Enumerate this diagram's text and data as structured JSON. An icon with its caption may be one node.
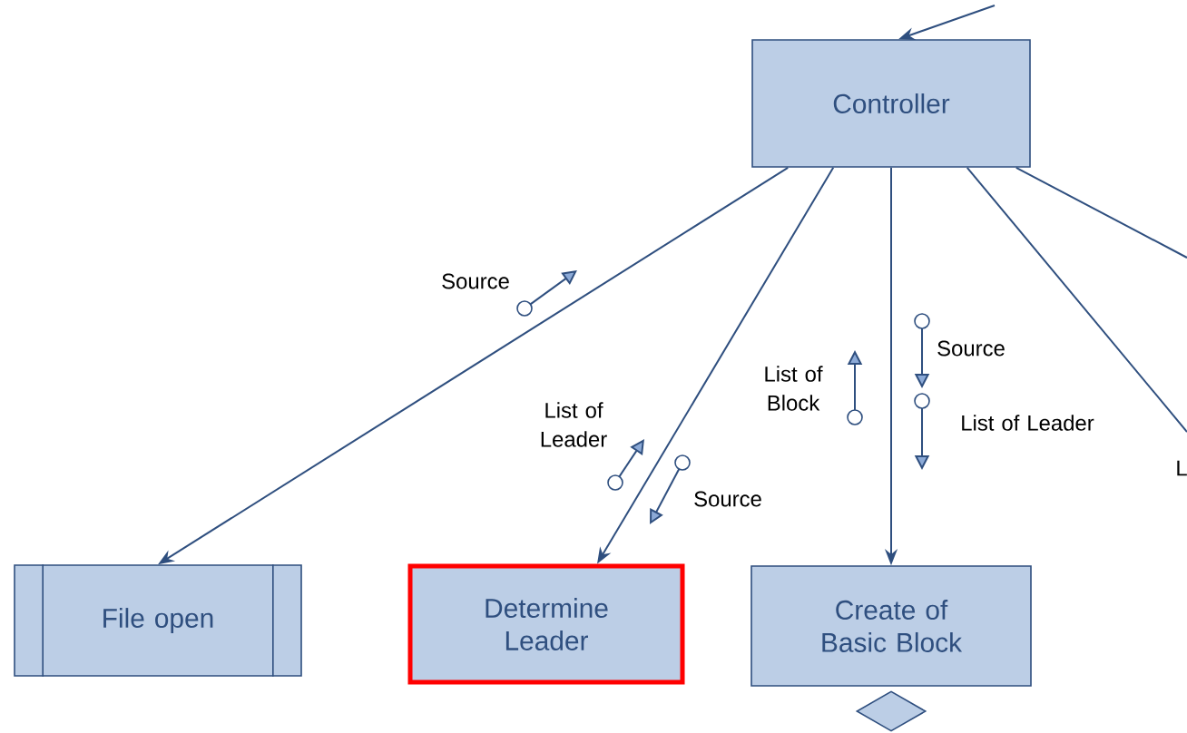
{
  "diagram": {
    "nodes": [
      {
        "text": [
          "Controller"
        ]
      },
      {
        "text": [
          "File open"
        ]
      },
      {
        "text": [
          "Determine Leader"
        ]
      },
      {
        "text": [
          "Create of Basic Block"
        ]
      },
      {
        "text": [],
        "shape": "diamond"
      }
    ],
    "edges": [
      {
        "from": null,
        "to": 0,
        "arrow": "to"
      },
      {
        "from": 0,
        "to": 1,
        "arrow": "to"
      },
      {
        "from": 0,
        "to": 2,
        "arrow": "to"
      },
      {
        "from": 0,
        "to": 3,
        "arrow": "to"
      },
      {
        "from": 0,
        "to": null,
        "arrow": "none"
      },
      {
        "from": 0,
        "to": null,
        "arrow": "none"
      }
    ],
    "labels": [
      "Source",
      "List of Leader",
      "Source",
      "List of Block",
      "Source",
      "List of Leader",
      "L"
    ]
  }
}
